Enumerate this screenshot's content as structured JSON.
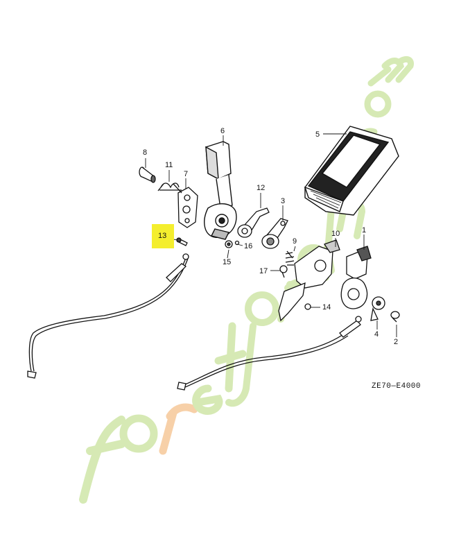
{
  "callouts": {
    "c1": "1",
    "c2": "2",
    "c3": "3",
    "c4": "4",
    "c5": "5",
    "c6": "6",
    "c7": "7",
    "c8": "8",
    "c9": "9",
    "c10": "10",
    "c11": "11",
    "c12": "12",
    "c13": "13",
    "c14": "14",
    "c15": "15",
    "c16": "16",
    "c17": "17"
  },
  "diagram_code": "ZE70—E4000",
  "watermark": {
    "text": "foretjardin.com",
    "color_green": "#cfe6a8",
    "color_orange": "#f6c89a"
  },
  "colors": {
    "highlight": "#f4ee2e",
    "line": "#111111"
  }
}
